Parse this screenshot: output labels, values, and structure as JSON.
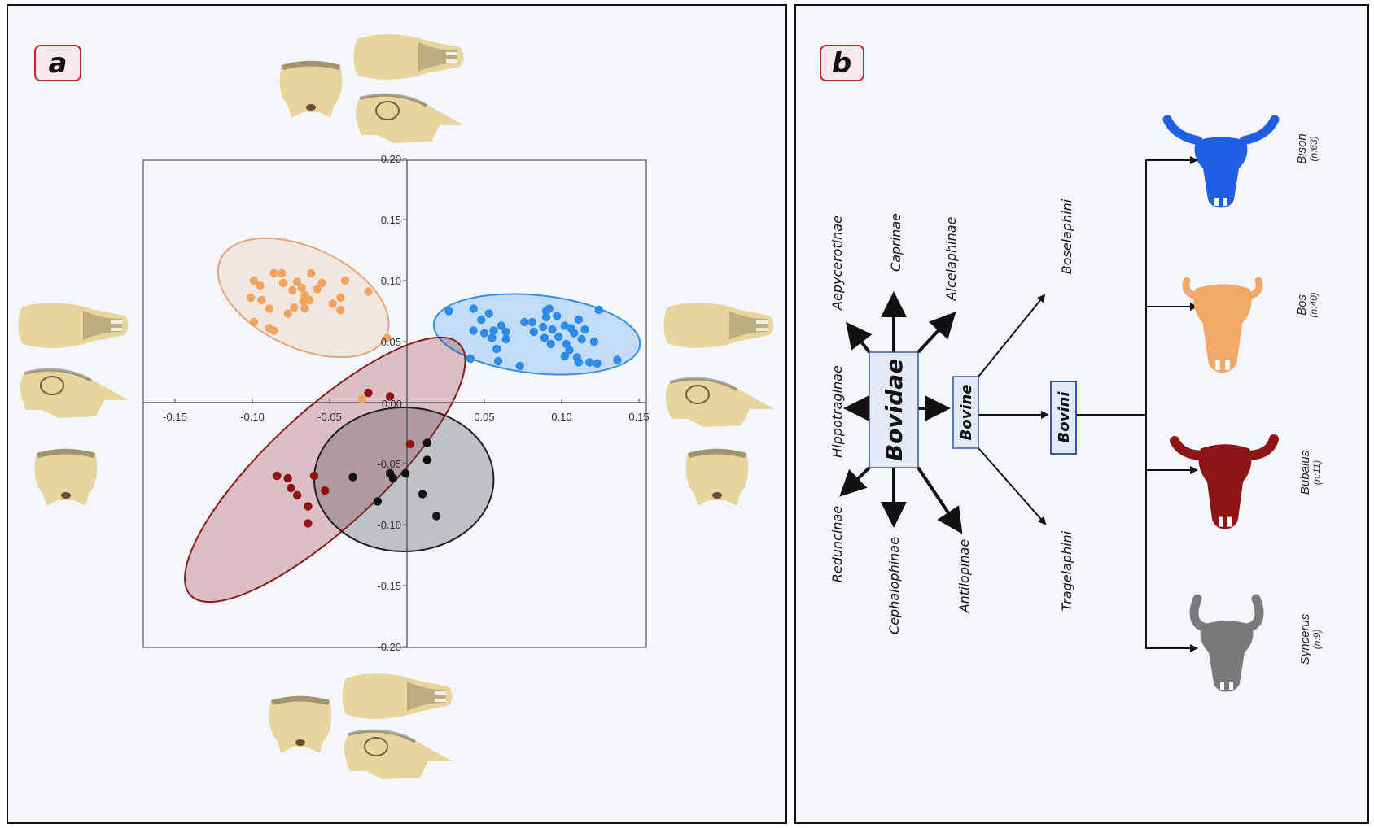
{
  "panels": {
    "a": {
      "label": "a"
    },
    "b": {
      "label": "b"
    }
  },
  "colors": {
    "background": "#F3F6FB",
    "skull_bone": "#E6D59C",
    "label_border": "#C0262C",
    "label_fill": "#F7E9EE",
    "box_fill": "#E3E9F6",
    "box_border": "#3B5998"
  },
  "chart_data": {
    "type": "scatter",
    "title": "",
    "xlabel": "",
    "ylabel": "",
    "xlim": [
      -0.17,
      0.155
    ],
    "ylim": [
      -0.2,
      0.2
    ],
    "grid": false,
    "axes_through_origin": true,
    "x_ticks": [
      {
        "value": -0.15,
        "label": "-0.15"
      },
      {
        "value": -0.1,
        "label": "-0.10"
      },
      {
        "value": -0.05,
        "label": "-0.05"
      },
      {
        "value": 0.05,
        "label": "0.05"
      },
      {
        "value": 0.1,
        "label": "0.10"
      },
      {
        "value": 0.15,
        "label": "0.15"
      }
    ],
    "origin_label": "0.00",
    "y_ticks": [
      {
        "value": 0.2,
        "label": "0.20"
      },
      {
        "value": 0.15,
        "label": "0.15"
      },
      {
        "value": 0.1,
        "label": "0.10"
      },
      {
        "value": 0.05,
        "label": "0.05"
      },
      {
        "value": -0.05,
        "label": "-0.05"
      },
      {
        "value": -0.1,
        "label": "-0.10"
      },
      {
        "value": -0.15,
        "label": "-0.15"
      },
      {
        "value": -0.2,
        "label": "-0.20"
      }
    ],
    "groups": [
      {
        "color": "#F0A462",
        "ellipse": {
          "center": [
            -0.067,
            0.086
          ],
          "rx": 0.059,
          "ry": 0.041,
          "angle_deg": 25,
          "fill": "rgba(240,164,98,0.18)",
          "stroke": "#E6A47A"
        },
        "points": [
          [
            -0.099,
            0.1
          ],
          [
            -0.095,
            0.096
          ],
          [
            -0.086,
            0.106
          ],
          [
            -0.081,
            0.106
          ],
          [
            -0.08,
            0.098
          ],
          [
            -0.071,
            0.099
          ],
          [
            -0.074,
            0.092
          ],
          [
            -0.068,
            0.094
          ],
          [
            -0.062,
            0.106
          ],
          [
            -0.055,
            0.098
          ],
          [
            -0.058,
            0.093
          ],
          [
            -0.066,
            0.088
          ],
          [
            -0.063,
            0.084
          ],
          [
            -0.067,
            0.083
          ],
          [
            -0.04,
            0.1
          ],
          [
            -0.025,
            0.091
          ],
          [
            -0.101,
            0.086
          ],
          [
            -0.094,
            0.084
          ],
          [
            -0.089,
            0.077
          ],
          [
            -0.073,
            0.078
          ],
          [
            -0.066,
            0.077
          ],
          [
            -0.077,
            0.073
          ],
          [
            -0.048,
            0.081
          ],
          [
            -0.043,
            0.086
          ],
          [
            -0.043,
            0.076
          ],
          [
            -0.099,
            0.066
          ],
          [
            -0.089,
            0.061
          ],
          [
            -0.086,
            0.059
          ],
          [
            -0.013,
            0.053
          ],
          [
            -0.029,
            0.003
          ]
        ]
      },
      {
        "color": "#2F8BEA",
        "ellipse": {
          "center": [
            0.084,
            0.056
          ],
          "rx": 0.067,
          "ry": 0.032,
          "angle_deg": 6,
          "fill": "rgba(47,139,234,0.25)",
          "stroke": "#3A8EE0"
        },
        "points": [
          [
            0.027,
            0.075
          ],
          [
            0.043,
            0.077
          ],
          [
            0.053,
            0.073
          ],
          [
            0.048,
            0.068
          ],
          [
            0.043,
            0.059
          ],
          [
            0.05,
            0.057
          ],
          [
            0.056,
            0.059
          ],
          [
            0.061,
            0.063
          ],
          [
            0.064,
            0.058
          ],
          [
            0.055,
            0.053
          ],
          [
            0.064,
            0.052
          ],
          [
            0.058,
            0.044
          ],
          [
            0.041,
            0.036
          ],
          [
            0.059,
            0.034
          ],
          [
            0.073,
            0.03
          ],
          [
            0.076,
            0.066
          ],
          [
            0.081,
            0.066
          ],
          [
            0.082,
            0.058
          ],
          [
            0.088,
            0.062
          ],
          [
            0.09,
            0.075
          ],
          [
            0.092,
            0.077
          ],
          [
            0.097,
            0.071
          ],
          [
            0.09,
            0.07
          ],
          [
            0.094,
            0.06
          ],
          [
            0.098,
            0.054
          ],
          [
            0.102,
            0.063
          ],
          [
            0.106,
            0.061
          ],
          [
            0.111,
            0.068
          ],
          [
            0.108,
            0.057
          ],
          [
            0.115,
            0.06
          ],
          [
            0.089,
            0.053
          ],
          [
            0.093,
            0.048
          ],
          [
            0.103,
            0.048
          ],
          [
            0.105,
            0.043
          ],
          [
            0.113,
            0.052
          ],
          [
            0.121,
            0.05
          ],
          [
            0.102,
            0.038
          ],
          [
            0.11,
            0.037
          ],
          [
            0.111,
            0.033
          ],
          [
            0.118,
            0.033
          ],
          [
            0.123,
            0.032
          ],
          [
            0.124,
            0.076
          ],
          [
            0.136,
            0.035
          ]
        ]
      },
      {
        "color": "#8E1212",
        "ellipse": {
          "center": [
            -0.053,
            -0.055
          ],
          "rx": 0.119,
          "ry": 0.047,
          "angle_deg": -43,
          "fill": "rgba(142,18,18,0.24)",
          "stroke": "#8B1A1A"
        },
        "points": [
          [
            -0.025,
            0.008
          ],
          [
            -0.011,
            0.005
          ],
          [
            0.002,
            -0.034
          ],
          [
            -0.084,
            -0.06
          ],
          [
            -0.077,
            -0.062
          ],
          [
            -0.06,
            -0.06
          ],
          [
            -0.075,
            -0.07
          ],
          [
            -0.071,
            -0.076
          ],
          [
            -0.053,
            -0.072
          ],
          [
            -0.064,
            -0.085
          ],
          [
            -0.064,
            -0.099
          ]
        ]
      },
      {
        "color": "#111111",
        "ellipse": {
          "center": [
            -0.002,
            -0.063
          ],
          "rx": 0.058,
          "ry": 0.059,
          "angle_deg": 0,
          "fill": "rgba(70,70,75,0.30)",
          "stroke": "#1E1E1E"
        },
        "points": [
          [
            0.013,
            -0.033
          ],
          [
            0.013,
            -0.047
          ],
          [
            -0.001,
            -0.058
          ],
          [
            -0.035,
            -0.061
          ],
          [
            -0.011,
            -0.058
          ],
          [
            -0.009,
            -0.062
          ],
          [
            0.01,
            -0.075
          ],
          [
            -0.019,
            -0.081
          ],
          [
            0.019,
            -0.093
          ]
        ]
      }
    ]
  },
  "diagram": {
    "family": "Bovidae",
    "subfamilies": [
      "Aepycerotinae",
      "Caprinae",
      "Alcelaphinae",
      "Hippotraginae",
      "Reduncinae",
      "Cephalophinae",
      "Antilopinae"
    ],
    "subfamily_focus": "Bovine",
    "tribes": [
      "Boselaphini",
      "Tragelaphini"
    ],
    "tribe_focus": "Bovini",
    "genera": [
      {
        "name": "Bison",
        "count": "(n:63)",
        "color": "#1F5FE6"
      },
      {
        "name": "Bos",
        "count": "(n:40)",
        "color": "#F0A868"
      },
      {
        "name": "Bubalus",
        "count": "(n:11)",
        "color": "#8E1416"
      },
      {
        "name": "Syncerus",
        "count": "(n:9)",
        "color": "#7A7A7A"
      }
    ]
  }
}
